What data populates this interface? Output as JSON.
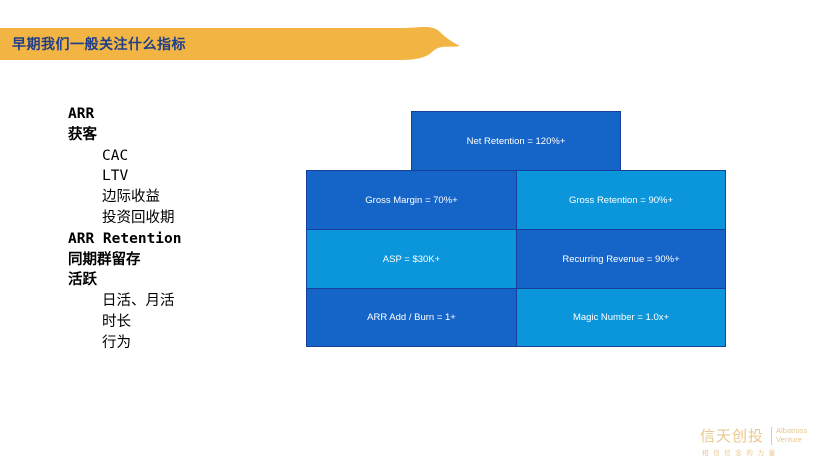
{
  "header": {
    "title": "早期我们一般关注什么指标"
  },
  "metrics": [
    {
      "label": "ARR",
      "level": "top"
    },
    {
      "label": "获客",
      "level": "top"
    },
    {
      "label": "CAC",
      "level": "sub"
    },
    {
      "label": "LTV",
      "level": "sub"
    },
    {
      "label": "边际收益",
      "level": "sub"
    },
    {
      "label": "投资回收期",
      "level": "sub"
    },
    {
      "label": "ARR Retention",
      "level": "top"
    },
    {
      "label": "同期群留存",
      "level": "top"
    },
    {
      "label": "活跃",
      "level": "top"
    },
    {
      "label": "日活、月活",
      "level": "sub"
    },
    {
      "label": "时长",
      "level": "sub"
    },
    {
      "label": "行为",
      "level": "sub"
    }
  ],
  "pyramid": {
    "top": "Net Retention = 120%+",
    "row1_left": "Gross Margin = 70%+",
    "row1_right": "Gross Retention = 90%+",
    "row2_left": "ASP = $30K+",
    "row2_right": "Recurring Revenue = 90%+",
    "row3_left": "ARR Add / Burn = 1+",
    "row3_right": "Magic Number = 1.0x+"
  },
  "colors": {
    "dark_box": "#1565c9",
    "light_box": "#0b96db",
    "header_band": "#f2b544",
    "title": "#1f3e8a"
  },
  "logo": {
    "cn": "信天创投",
    "en_line1": "Albatross",
    "en_line2": "Venture",
    "slogan": "相信信念的力量"
  }
}
